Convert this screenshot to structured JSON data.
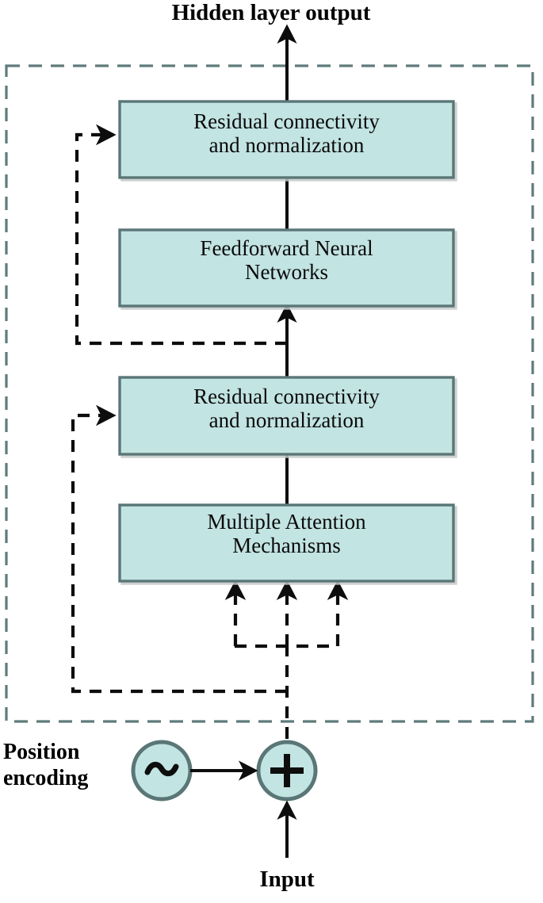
{
  "figure": {
    "title": "Hidden layer output",
    "input_label": "Input",
    "position_encoding_label": "Position\nencoding",
    "position_encoding_icon": "tilde-sine-icon",
    "sum_icon": "plus-icon",
    "outer_group_name": "hidden-layer-dashed-boundary"
  },
  "blocks": [
    {
      "id": "residual-norm-top",
      "label": "Residual connectivity\nand normalization",
      "fill": "#c2e4e2",
      "stroke": "#5a7677"
    },
    {
      "id": "feedforward-neural-networks",
      "label": "Feedforward Neural\nNetworks",
      "fill": "#c2e4e2",
      "stroke": "#5a7677"
    },
    {
      "id": "residual-norm-bottom",
      "label": "Residual connectivity\nand normalization",
      "fill": "#c2e4e2",
      "stroke": "#5a7677"
    },
    {
      "id": "multiple-attention-mechanisms",
      "label": "Multiple Attention\nMechanisms",
      "fill": "#c2e4e2",
      "stroke": "#5a7677"
    }
  ],
  "connections": [
    {
      "id": "output-arrow",
      "style": "solid",
      "from": "residual-norm-top",
      "to": "hidden-layer-output"
    },
    {
      "id": "ffn-to-residual-top",
      "style": "solid",
      "from": "feedforward-neural-networks",
      "to": "residual-norm-top"
    },
    {
      "id": "residual-bottom-to-ffn",
      "style": "solid",
      "from": "residual-norm-bottom",
      "to": "feedforward-neural-networks"
    },
    {
      "id": "attention-to-residual-bottom",
      "style": "solid",
      "from": "multiple-attention-mechanisms",
      "to": "residual-norm-bottom"
    },
    {
      "id": "skip-connection-top",
      "style": "dashed",
      "from": "residual-norm-bottom-output",
      "to": "residual-norm-top"
    },
    {
      "id": "skip-connection-bottom",
      "style": "dashed",
      "from": "position-encoded-input",
      "to": "residual-norm-bottom"
    },
    {
      "id": "attention-qkv-branches",
      "style": "dashed",
      "branches": 3,
      "from": "position-encoded-input",
      "to": "multiple-attention-mechanisms"
    },
    {
      "id": "position-encoding-to-sum",
      "style": "solid",
      "from": "position-encoding",
      "to": "sum-node"
    },
    {
      "id": "input-to-sum",
      "style": "solid",
      "from": "input",
      "to": "sum-node"
    }
  ],
  "colors": {
    "block_fill": "#c2e4e2",
    "block_stroke": "#5a7677",
    "boundary_stroke": "#5f7b7b",
    "line": "#0d0d0d",
    "text": "#000000",
    "background": "#ffffff"
  }
}
